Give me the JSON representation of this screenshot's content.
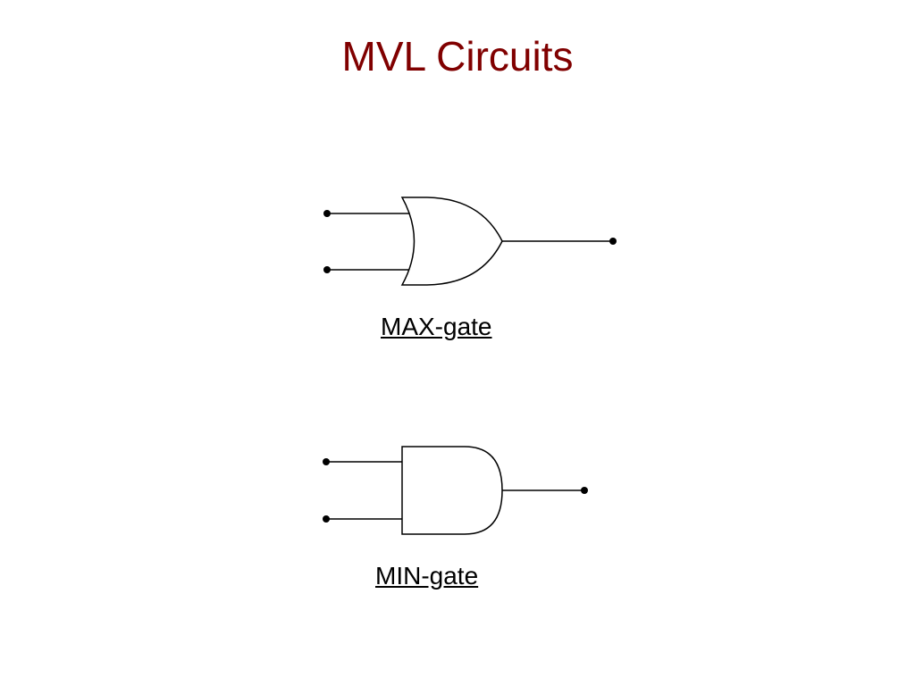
{
  "slide": {
    "title": "MVL Circuits",
    "gates": {
      "max": {
        "label": "MAX-gate"
      },
      "min": {
        "label": "MIN-gate"
      }
    }
  },
  "colors": {
    "title": "#800000",
    "line": "#000000",
    "gate_fill": "#ffffff",
    "background": "#ffffff"
  }
}
